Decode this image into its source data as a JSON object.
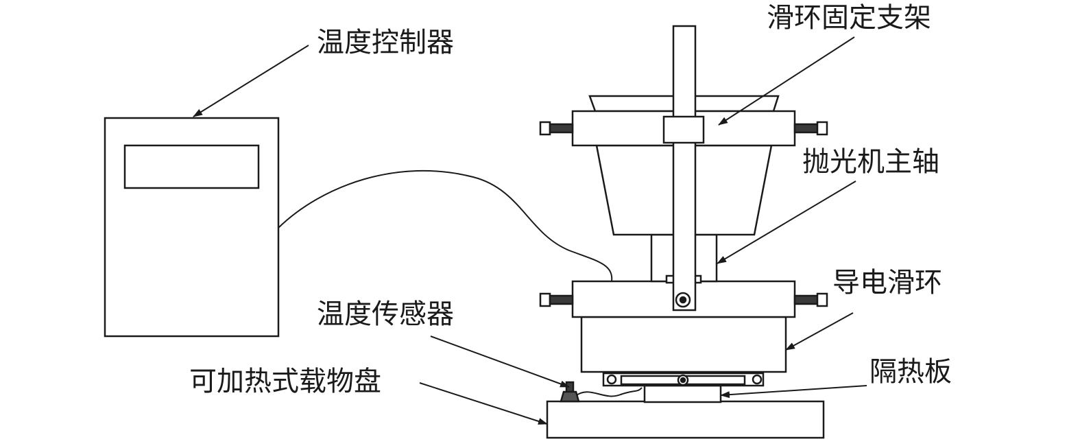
{
  "labels": {
    "temperature_controller": "温度控制器",
    "slip_ring_bracket": "滑环固定支架",
    "polisher_spindle": "抛光机主轴",
    "conductive_slip_ring": "导电滑环",
    "temperature_sensor": "温度传感器",
    "heated_stage": "可加热式载物盘",
    "insulation_plate": "隔热板"
  },
  "colors": {
    "line": "#1a1a1a",
    "fill": "#ffffff",
    "bolt": "#3a3a3a"
  }
}
